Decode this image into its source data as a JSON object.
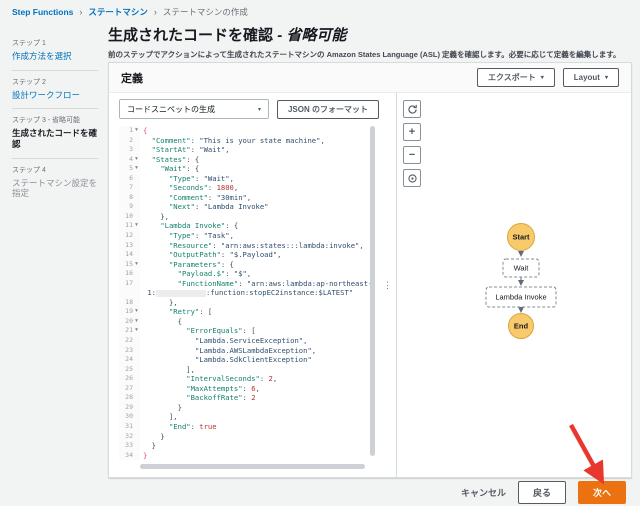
{
  "breadcrumb": {
    "items": [
      {
        "label": "Step Functions"
      },
      {
        "label": "ステートマシン"
      },
      {
        "label": "ステートマシンの作成"
      }
    ]
  },
  "sidebar": {
    "steps": [
      {
        "step": "ステップ 1",
        "title": "作成方法を選択",
        "state": "link"
      },
      {
        "step": "ステップ 2",
        "title": "設計ワークフロー",
        "state": "link"
      },
      {
        "step": "ステップ 3 - 省略可能",
        "title": "生成されたコードを確認",
        "state": "current"
      },
      {
        "step": "ステップ 4",
        "title": "ステートマシン設定を指定",
        "state": "disabled"
      }
    ]
  },
  "header": {
    "title": "生成されたコードを確認",
    "title_suffix": "- 省略可能",
    "description": "前のステップでアクションによって生成されたステートマシンの Amazon States Language (ASL) 定義を確認します。必要に応じて定義を編集します。"
  },
  "panel": {
    "title": "定義",
    "export_label": "エクスポート",
    "layout_label": "Layout"
  },
  "editor": {
    "snippet_dropdown": "コードスニペットの生成",
    "format_button": "JSON のフォーマット",
    "lines": [
      {
        "num": "1",
        "fold": true,
        "segs": [
          [
            "o",
            "{"
          ]
        ]
      },
      {
        "num": "2",
        "fold": false,
        "segs": [
          [
            "p",
            "  "
          ],
          [
            "k",
            "\"Comment\""
          ],
          [
            "p",
            ": "
          ],
          [
            "s",
            "\"This is your state machine\""
          ],
          [
            "p",
            ","
          ]
        ]
      },
      {
        "num": "3",
        "fold": false,
        "segs": [
          [
            "p",
            "  "
          ],
          [
            "k",
            "\"StartAt\""
          ],
          [
            "p",
            ": "
          ],
          [
            "s",
            "\"Wait\""
          ],
          [
            "p",
            ","
          ]
        ]
      },
      {
        "num": "4",
        "fold": true,
        "segs": [
          [
            "p",
            "  "
          ],
          [
            "k",
            "\"States\""
          ],
          [
            "p",
            ": {"
          ]
        ]
      },
      {
        "num": "5",
        "fold": true,
        "segs": [
          [
            "p",
            "    "
          ],
          [
            "k",
            "\"Wait\""
          ],
          [
            "p",
            ": {"
          ]
        ]
      },
      {
        "num": "6",
        "fold": false,
        "segs": [
          [
            "p",
            "      "
          ],
          [
            "k",
            "\"Type\""
          ],
          [
            "p",
            ": "
          ],
          [
            "s",
            "\"Wait\""
          ],
          [
            "p",
            ","
          ]
        ]
      },
      {
        "num": "7",
        "fold": false,
        "segs": [
          [
            "p",
            "      "
          ],
          [
            "k",
            "\"Seconds\""
          ],
          [
            "p",
            ": "
          ],
          [
            "n",
            "1800"
          ],
          [
            "p",
            ","
          ]
        ]
      },
      {
        "num": "8",
        "fold": false,
        "segs": [
          [
            "p",
            "      "
          ],
          [
            "k",
            "\"Comment\""
          ],
          [
            "p",
            ": "
          ],
          [
            "s",
            "\"30min\""
          ],
          [
            "p",
            ","
          ]
        ]
      },
      {
        "num": "9",
        "fold": false,
        "segs": [
          [
            "p",
            "      "
          ],
          [
            "k",
            "\"Next\""
          ],
          [
            "p",
            ": "
          ],
          [
            "s",
            "\"Lambda Invoke\""
          ]
        ]
      },
      {
        "num": "10",
        "fold": false,
        "segs": [
          [
            "p",
            "    },"
          ]
        ]
      },
      {
        "num": "11",
        "fold": true,
        "segs": [
          [
            "p",
            "    "
          ],
          [
            "k",
            "\"Lambda Invoke\""
          ],
          [
            "p",
            ": {"
          ]
        ]
      },
      {
        "num": "12",
        "fold": false,
        "segs": [
          [
            "p",
            "      "
          ],
          [
            "k",
            "\"Type\""
          ],
          [
            "p",
            ": "
          ],
          [
            "s",
            "\"Task\""
          ],
          [
            "p",
            ","
          ]
        ]
      },
      {
        "num": "13",
        "fold": false,
        "segs": [
          [
            "p",
            "      "
          ],
          [
            "k",
            "\"Resource\""
          ],
          [
            "p",
            ": "
          ],
          [
            "s",
            "\"arn:aws:states:::lambda:invoke\""
          ],
          [
            "p",
            ","
          ]
        ]
      },
      {
        "num": "14",
        "fold": false,
        "segs": [
          [
            "p",
            "      "
          ],
          [
            "k",
            "\"OutputPath\""
          ],
          [
            "p",
            ": "
          ],
          [
            "s",
            "\"$.Payload\""
          ],
          [
            "p",
            ","
          ]
        ]
      },
      {
        "num": "15",
        "fold": true,
        "segs": [
          [
            "p",
            "      "
          ],
          [
            "k",
            "\"Parameters\""
          ],
          [
            "p",
            ": {"
          ]
        ]
      },
      {
        "num": "16",
        "fold": false,
        "segs": [
          [
            "p",
            "        "
          ],
          [
            "k",
            "\"Payload.$\""
          ],
          [
            "p",
            ": "
          ],
          [
            "s",
            "\"$\""
          ],
          [
            "p",
            ","
          ]
        ]
      },
      {
        "num": "17",
        "fold": false,
        "segs": [
          [
            "p",
            "        "
          ],
          [
            "k",
            "\"FunctionName\""
          ],
          [
            "p",
            ": "
          ],
          [
            "s",
            "\"arn:aws:lambda:ap-northeast-"
          ]
        ]
      },
      {
        "num": "",
        "fold": false,
        "segs": [
          [
            "p",
            " "
          ],
          [
            "s",
            "1:"
          ],
          [
            "r",
            ""
          ],
          [
            "s",
            ":function:stopEC2instance:$LATEST\""
          ]
        ]
      },
      {
        "num": "18",
        "fold": false,
        "segs": [
          [
            "p",
            "      },"
          ]
        ]
      },
      {
        "num": "19",
        "fold": true,
        "segs": [
          [
            "p",
            "      "
          ],
          [
            "k",
            "\"Retry\""
          ],
          [
            "p",
            ": ["
          ]
        ]
      },
      {
        "num": "20",
        "fold": true,
        "segs": [
          [
            "p",
            "        {"
          ]
        ]
      },
      {
        "num": "21",
        "fold": true,
        "segs": [
          [
            "p",
            "          "
          ],
          [
            "k",
            "\"ErrorEquals\""
          ],
          [
            "p",
            ": ["
          ]
        ]
      },
      {
        "num": "22",
        "fold": false,
        "segs": [
          [
            "p",
            "            "
          ],
          [
            "s",
            "\"Lambda.ServiceException\""
          ],
          [
            "p",
            ","
          ]
        ]
      },
      {
        "num": "23",
        "fold": false,
        "segs": [
          [
            "p",
            "            "
          ],
          [
            "s",
            "\"Lambda.AWSLambdaException\""
          ],
          [
            "p",
            ","
          ]
        ]
      },
      {
        "num": "24",
        "fold": false,
        "segs": [
          [
            "p",
            "            "
          ],
          [
            "s",
            "\"Lambda.SdkClientException\""
          ]
        ]
      },
      {
        "num": "25",
        "fold": false,
        "segs": [
          [
            "p",
            "          ],"
          ]
        ]
      },
      {
        "num": "26",
        "fold": false,
        "segs": [
          [
            "p",
            "          "
          ],
          [
            "k",
            "\"IntervalSeconds\""
          ],
          [
            "p",
            ": "
          ],
          [
            "n",
            "2"
          ],
          [
            "p",
            ","
          ]
        ]
      },
      {
        "num": "27",
        "fold": false,
        "segs": [
          [
            "p",
            "          "
          ],
          [
            "k",
            "\"MaxAttempts\""
          ],
          [
            "p",
            ": "
          ],
          [
            "n",
            "6"
          ],
          [
            "p",
            ","
          ]
        ]
      },
      {
        "num": "28",
        "fold": false,
        "segs": [
          [
            "p",
            "          "
          ],
          [
            "k",
            "\"BackoffRate\""
          ],
          [
            "p",
            ": "
          ],
          [
            "n",
            "2"
          ]
        ]
      },
      {
        "num": "29",
        "fold": false,
        "segs": [
          [
            "p",
            "        }"
          ]
        ]
      },
      {
        "num": "30",
        "fold": false,
        "segs": [
          [
            "p",
            "      ],"
          ]
        ]
      },
      {
        "num": "31",
        "fold": false,
        "segs": [
          [
            "p",
            "      "
          ],
          [
            "k",
            "\"End\""
          ],
          [
            "p",
            ": "
          ],
          [
            "b",
            "true"
          ]
        ]
      },
      {
        "num": "32",
        "fold": false,
        "segs": [
          [
            "p",
            "    }"
          ]
        ]
      },
      {
        "num": "33",
        "fold": false,
        "segs": [
          [
            "p",
            "  }"
          ]
        ]
      },
      {
        "num": "34",
        "fold": false,
        "segs": [
          [
            "o",
            "}"
          ]
        ]
      }
    ]
  },
  "diagram": {
    "nodes": [
      {
        "type": "circle",
        "label": "Start"
      },
      {
        "type": "box",
        "label": "Wait"
      },
      {
        "type": "box",
        "label": "Lambda Invoke"
      },
      {
        "type": "circle",
        "label": "End"
      }
    ]
  },
  "footer": {
    "cancel": "キャンセル",
    "back": "戻る",
    "next": "次へ"
  },
  "icons": {
    "caret_down": "▾",
    "fold": "▾",
    "plus": "+",
    "minus": "−",
    "breadcrumb_sep": "›",
    "resize_handle": "⋮"
  },
  "colors": {
    "accent_orange": "#ec7211",
    "link_blue": "#0073bb",
    "node_gold": "#f8ca6c",
    "node_gold_border": "#d9a73a",
    "annotation_red": "#e8382d"
  }
}
